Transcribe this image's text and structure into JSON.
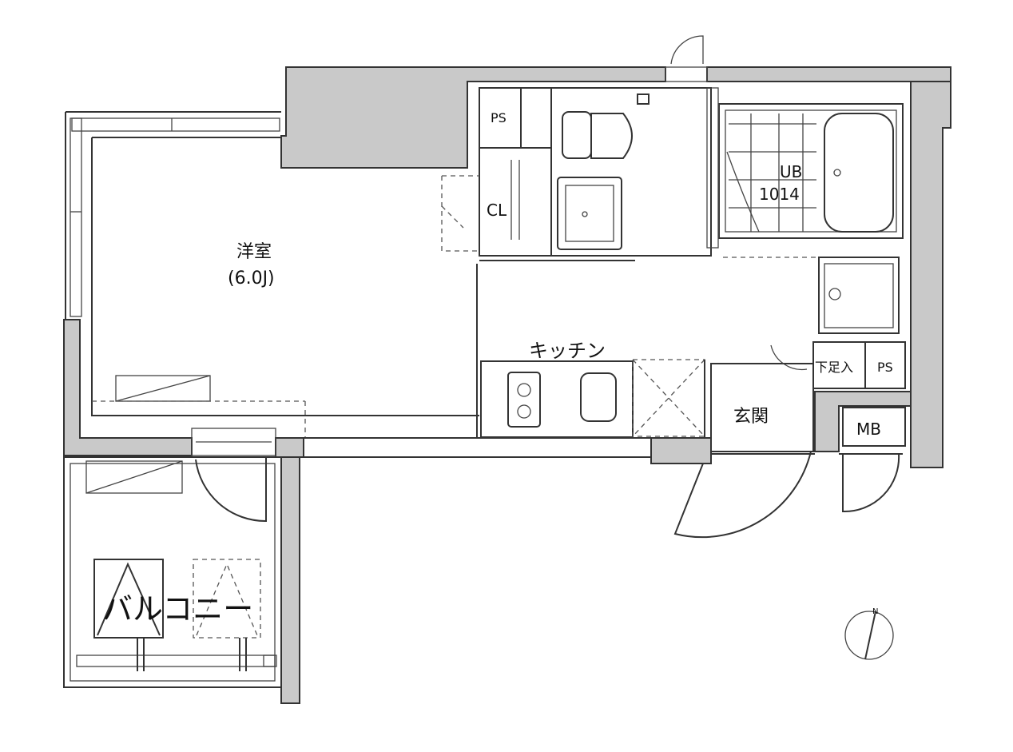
{
  "rooms": {
    "western_room": "洋室",
    "western_room_size": "(6.0J)",
    "closet": "CL",
    "pipe_space_top": "PS",
    "unit_bath": "UB",
    "unit_bath_code": "1014",
    "kitchen": "キッチン",
    "entrance": "玄関",
    "shoe_box": "下足入",
    "pipe_space_right": "PS",
    "meter_box": "MB",
    "balcony": "バルコニー"
  },
  "compass": {
    "label": "N",
    "icon": "north-arrow-icon"
  }
}
